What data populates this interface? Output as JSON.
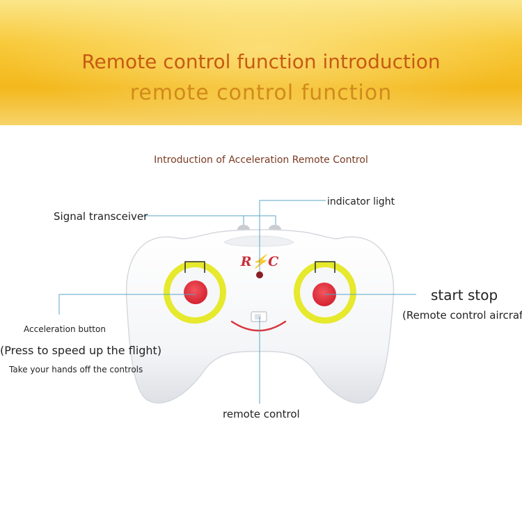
{
  "banner": {
    "title": "Remote control function introduction",
    "subtitle": "remote control function"
  },
  "heading": "Introduction of Acceleration Remote Control",
  "controller": {
    "logo": "R⚡C"
  },
  "labels": {
    "signal_transceiver": "Signal transceiver",
    "indicator_light": "indicator light",
    "start_stop": "start stop",
    "start_stop_detail": "(Remote control aircraft)",
    "acceleration_button": "Acceleration button",
    "acceleration_detail": "(Press to speed up the flight)",
    "acceleration_note": "Take your hands off the controls",
    "remote_control": "remote control"
  },
  "colors": {
    "banner": "#f3b81c",
    "title": "#c65a12",
    "heading": "#7a3a22",
    "leader_line": "#5aa6c8",
    "button_red": "#e8343f",
    "ring_yellow": "#e8ea2a"
  }
}
